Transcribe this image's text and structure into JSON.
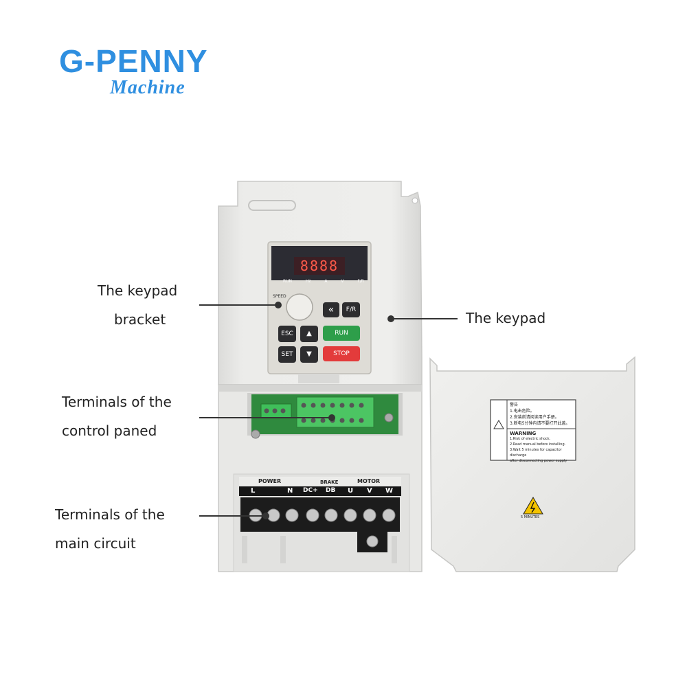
{
  "brand": {
    "name": "G-PENNY",
    "tagline": "Machine"
  },
  "callouts": {
    "keypad_bracket": [
      "The keypad",
      "bracket"
    ],
    "keypad": "The keypad",
    "control_terminals": [
      "Terminals of the",
      "control paned"
    ],
    "main_terminals": [
      "Terminals of the",
      "main circuit"
    ]
  },
  "keypad": {
    "display": "8888",
    "indicators": [
      "RUN",
      "Hz",
      "A",
      "V",
      "F/R"
    ],
    "knob_label": "SPEED",
    "buttons": {
      "shift": "«",
      "fr": "F/R",
      "esc": "ESC",
      "up": "▲",
      "run": "RUN",
      "set": "SET",
      "down": "▼",
      "stop": "STOP"
    }
  },
  "terminals": {
    "groups": [
      "POWER",
      "BRAKE",
      "MOTOR"
    ],
    "labels": [
      "L",
      "N",
      "DC+",
      "DB",
      "U",
      "V",
      "W"
    ]
  },
  "cover": {
    "warning_title_cn": "警告",
    "warning_lines_cn": [
      "1.电击危险。",
      "2.安装前请阅读用户手册。",
      "3.断电5分钟内请不要打开此盖。"
    ],
    "warning_title": "WARNING",
    "warning_lines": [
      "1.Risk of electric shock.",
      "2.Read manual before installing.",
      "3.Wait 5 minutes for capacitor discharge",
      "after disconnecting power supply"
    ],
    "hazard_caption": "5 MINUTES"
  },
  "colors": {
    "brand": "#2f8fe0",
    "run": "#2e9e4a",
    "stop": "#e33b3b",
    "housing": "#e9e9e7",
    "pcb": "#2f8a3e"
  }
}
